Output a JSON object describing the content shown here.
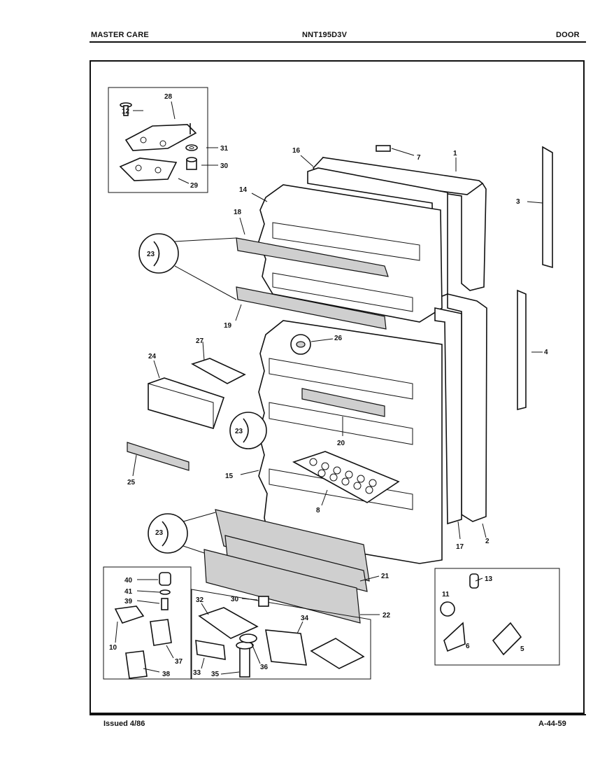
{
  "header": {
    "brand": "MASTER CARE",
    "model": "NNT195D3V",
    "section": "DOOR"
  },
  "footer": {
    "issued": "Issued 4/86",
    "page_code": "A-44-59"
  },
  "callouts": [
    "1",
    "2",
    "3",
    "4",
    "5",
    "6",
    "7",
    "8",
    "10",
    "11",
    "12",
    "13",
    "14",
    "15",
    "16",
    "17",
    "18",
    "19",
    "20",
    "21",
    "22",
    "23",
    "24",
    "25",
    "26",
    "27",
    "28",
    "29",
    "30",
    "31",
    "32",
    "33",
    "34",
    "35",
    "36",
    "37",
    "38",
    "39",
    "40",
    "41"
  ]
}
